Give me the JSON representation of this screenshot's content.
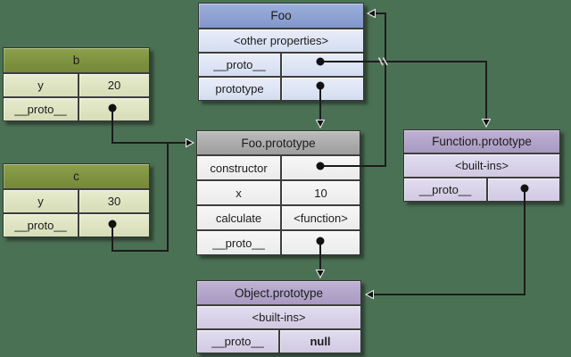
{
  "diagram": {
    "title_hint": "JavaScript prototype chain",
    "colors": {
      "background": "#4b7154",
      "function_object_header": "#8ca2d4",
      "instance_header": "#7f9440",
      "prototype_header": "#ababab",
      "builtin_prototype_header": "#b4a6ca",
      "arrow": "#1c1c1c"
    },
    "tables": {
      "foo": {
        "title": "Foo",
        "full_row": "<other properties>",
        "rows": [
          {
            "key": "__proto__",
            "value": ""
          },
          {
            "key": "prototype",
            "value": ""
          }
        ]
      },
      "b": {
        "title": "b",
        "rows": [
          {
            "key": "y",
            "value": "20"
          },
          {
            "key": "__proto__",
            "value": ""
          }
        ]
      },
      "c": {
        "title": "c",
        "rows": [
          {
            "key": "y",
            "value": "30"
          },
          {
            "key": "__proto__",
            "value": ""
          }
        ]
      },
      "foo_prototype": {
        "title": "Foo.prototype",
        "rows": [
          {
            "key": "constructor",
            "value": ""
          },
          {
            "key": "x",
            "value": "10"
          },
          {
            "key": "calculate",
            "value": "<function>"
          },
          {
            "key": "__proto__",
            "value": ""
          }
        ]
      },
      "function_prototype": {
        "title": "Function.prototype",
        "full_row": "<built-ins>",
        "rows": [
          {
            "key": "__proto__",
            "value": ""
          }
        ]
      },
      "object_prototype": {
        "title": "Object.prototype",
        "full_row": "<built-ins>",
        "rows": [
          {
            "key": "__proto__",
            "value": "null"
          }
        ]
      }
    },
    "edges": [
      {
        "from": "b.__proto__",
        "to": "Foo.prototype"
      },
      {
        "from": "c.__proto__",
        "to": "Foo.prototype"
      },
      {
        "from": "Foo.prototype (field)",
        "to": "Foo.prototype"
      },
      {
        "from": "Foo.__proto__",
        "to": "Function.prototype"
      },
      {
        "from": "Foo.prototype.constructor",
        "to": "Foo"
      },
      {
        "from": "Foo.prototype.__proto__",
        "to": "Object.prototype"
      },
      {
        "from": "Function.prototype.__proto__",
        "to": "Object.prototype"
      }
    ]
  }
}
